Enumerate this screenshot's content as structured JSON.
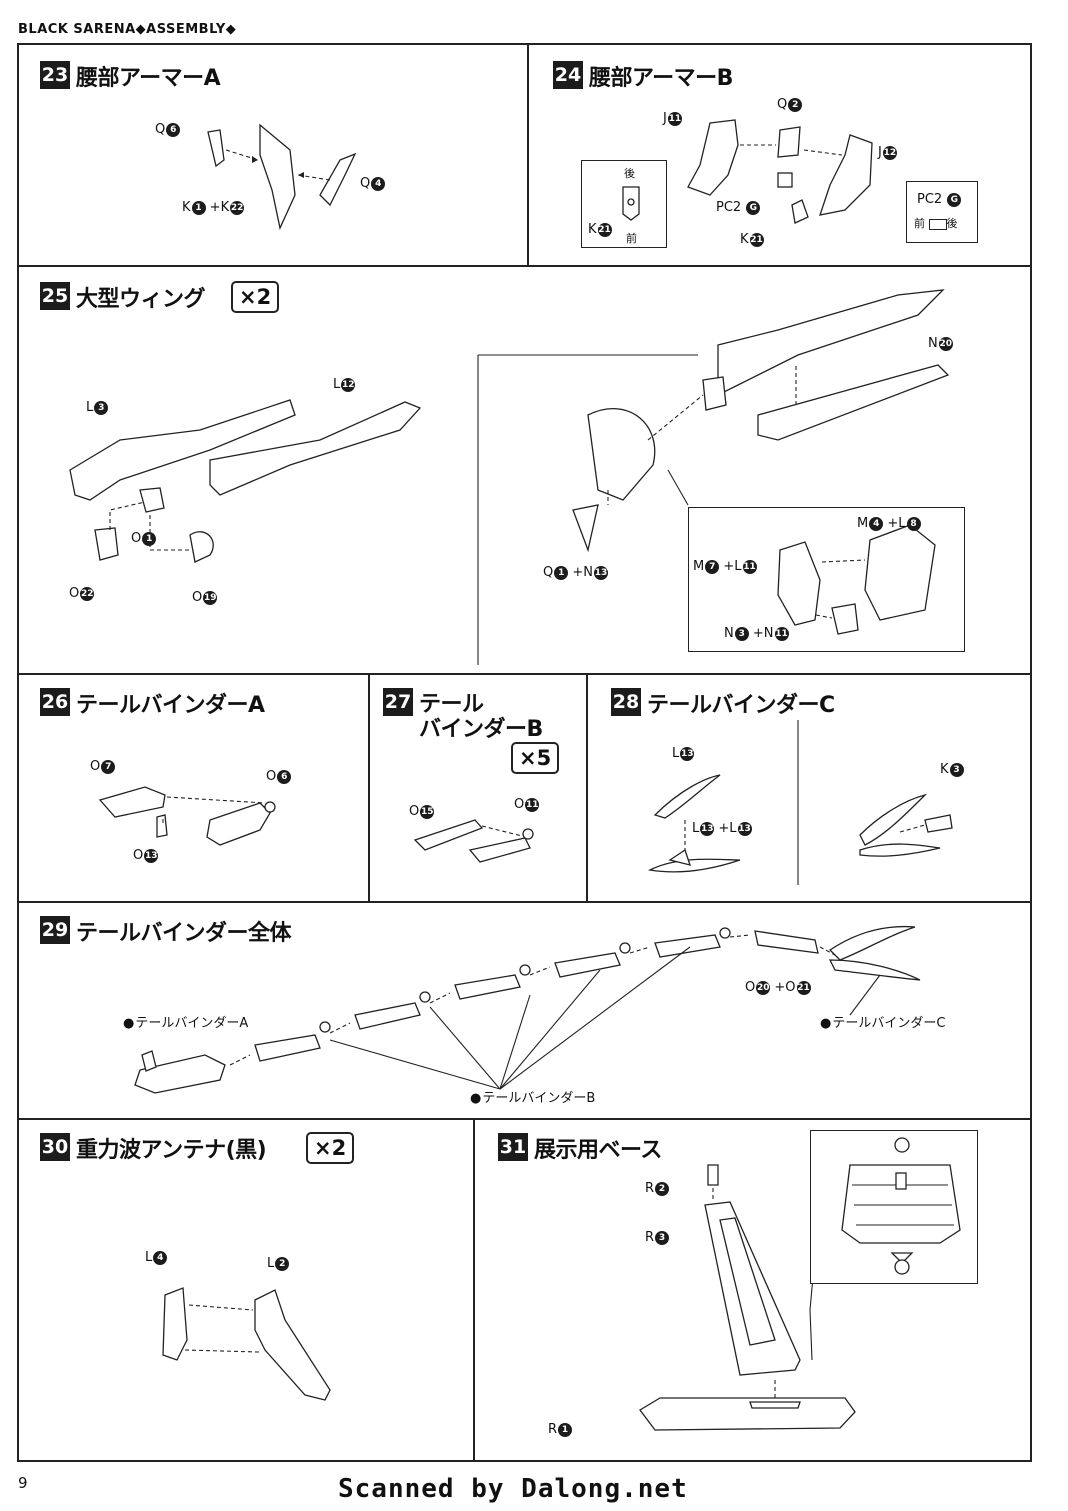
{
  "header": "BLACK SARENA◆ASSEMBLY◆",
  "page_number": "9",
  "credit": "Scanned by Dalong.net",
  "steps": {
    "s23": {
      "num": "23",
      "title": "腰部アーマーA",
      "parts": {
        "q6": "Q",
        "q6n": "6",
        "q4": "Q",
        "q4n": "4",
        "k1": "K",
        "k1n": "1",
        "plus": "+",
        "k22": "K",
        "k22n": "22"
      }
    },
    "s24": {
      "num": "24",
      "title": "腰部アーマーB",
      "parts": {
        "j11": "J",
        "j11n": "11",
        "q2": "Q",
        "q2n": "2",
        "j12": "J",
        "j12n": "12",
        "pc2": "PC2",
        "pc2g": "G",
        "k21": "K",
        "k21n": "21"
      },
      "detail_left": {
        "back": "後",
        "front": "前",
        "k21": "K",
        "k21n": "21"
      },
      "detail_right": {
        "pc2": "PC2",
        "pc2g": "G",
        "front": "前",
        "back": "後"
      }
    },
    "s25": {
      "num": "25",
      "title": "大型ウィング",
      "mult": "×2",
      "parts": {
        "l3": "L",
        "l3n": "3",
        "l12": "L",
        "l12n": "12",
        "o1": "O",
        "o1n": "1",
        "o22": "O",
        "o22n": "22",
        "o19": "O",
        "o19n": "19",
        "n20": "N",
        "n20n": "20",
        "q1": "Q",
        "q1n": "1",
        "n13": "N",
        "n13n": "13",
        "plus": "+"
      },
      "detail": {
        "m4": "M",
        "m4n": "4",
        "l8": "L",
        "l8n": "8",
        "m7": "M",
        "m7n": "7",
        "l11": "L",
        "l11n": "11",
        "n3": "N",
        "n3n": "3",
        "n11": "N",
        "n11n": "11",
        "plus": "+"
      }
    },
    "s26": {
      "num": "26",
      "title": "テールバインダーA",
      "parts": {
        "o7": "O",
        "o7n": "7",
        "o6": "O",
        "o6n": "6",
        "o13": "O",
        "o13n": "13"
      }
    },
    "s27": {
      "num": "27",
      "title_line1": "テール",
      "title_line2": "バインダーB",
      "mult": "×5",
      "parts": {
        "o15": "O",
        "o15n": "15",
        "o11": "O",
        "o11n": "11"
      }
    },
    "s28": {
      "num": "28",
      "title": "テールバインダーC",
      "parts": {
        "l13": "L",
        "l13n": "13",
        "l13b": "L",
        "l13bn": "13",
        "l13c": "L",
        "l13cn": "13",
        "k3": "K",
        "k3n": "3",
        "plus": "+"
      }
    },
    "s29": {
      "num": "29",
      "title": "テールバインダー全体",
      "labels": {
        "a": "テールバインダーA",
        "b": "テールバインダーB",
        "c": "テールバインダーC"
      },
      "parts": {
        "o20": "O",
        "o20n": "20",
        "o21": "O",
        "o21n": "21",
        "plus": "+"
      }
    },
    "s30": {
      "num": "30",
      "title": "重力波アンテナ(黒)",
      "mult": "×2",
      "parts": {
        "l4": "L",
        "l4n": "4",
        "l2": "L",
        "l2n": "2"
      }
    },
    "s31": {
      "num": "31",
      "title": "展示用ベース",
      "parts": {
        "r2": "R",
        "r2n": "2",
        "r3": "R",
        "r3n": "3",
        "r1": "R",
        "r1n": "1"
      }
    }
  }
}
